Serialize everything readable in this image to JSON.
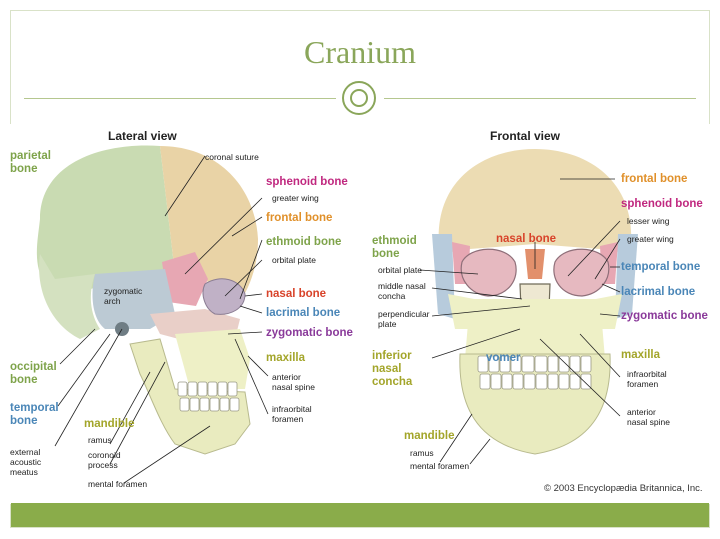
{
  "slide": {
    "title": "Cranium",
    "accent": "#8aa65a",
    "bar_color": "#8aac4a"
  },
  "lateral": {
    "heading": "Lateral view",
    "labels": {
      "parietal": "parietal\nbone",
      "coronal_suture": "coronal suture",
      "sphenoid": "sphenoid bone",
      "greater_wing": "greater wing",
      "frontal": "frontal bone",
      "ethmoid": "ethmoid bone",
      "orbital_plate": "orbital plate",
      "zygomatic_arch": "zygomatic\narch",
      "nasal": "nasal bone",
      "lacrimal": "lacrimal bone",
      "zygomatic": "zygomatic bone",
      "occipital": "occipital\nbone",
      "temporal": "temporal\nbone",
      "maxilla": "maxilla",
      "anterior_nasal_spine": "anterior\nnasal spine",
      "infraorbital_foramen": "infraorbital\nforamen",
      "mandible": "mandible",
      "ramus": "ramus",
      "coronoid_process": "coronoid\nprocess",
      "mental_foramen": "mental foramen",
      "external_acoustic_meatus": "external\nacoustic\nmeatus"
    }
  },
  "frontal": {
    "heading": "Frontal view",
    "labels": {
      "frontal": "frontal bone",
      "sphenoid": "sphenoid bone",
      "lesser_wing": "lesser wing",
      "greater_wing": "greater wing",
      "ethmoid": "ethmoid\nbone",
      "nasal": "nasal bone",
      "orbital_plate": "orbital plate",
      "middle_nasal_concha": "middle nasal\nconcha",
      "perpendicular_plate": "perpendicular\nplate",
      "temporal": "temporal bone",
      "lacrimal": "lacrimal bone",
      "zygomatic": "zygomatic bone",
      "inferior_nasal_concha": "inferior\nnasal\nconcha",
      "vomer": "vomer",
      "maxilla": "maxilla",
      "infraorbital_foramen": "infraorbital\nforamen",
      "anterior_nasal_spine": "anterior\nnasal spine",
      "mandible": "mandible",
      "ramus": "ramus",
      "mental_foramen": "mental foramen"
    }
  },
  "copyright": "© 2003 Encyclopædia Britannica, Inc."
}
